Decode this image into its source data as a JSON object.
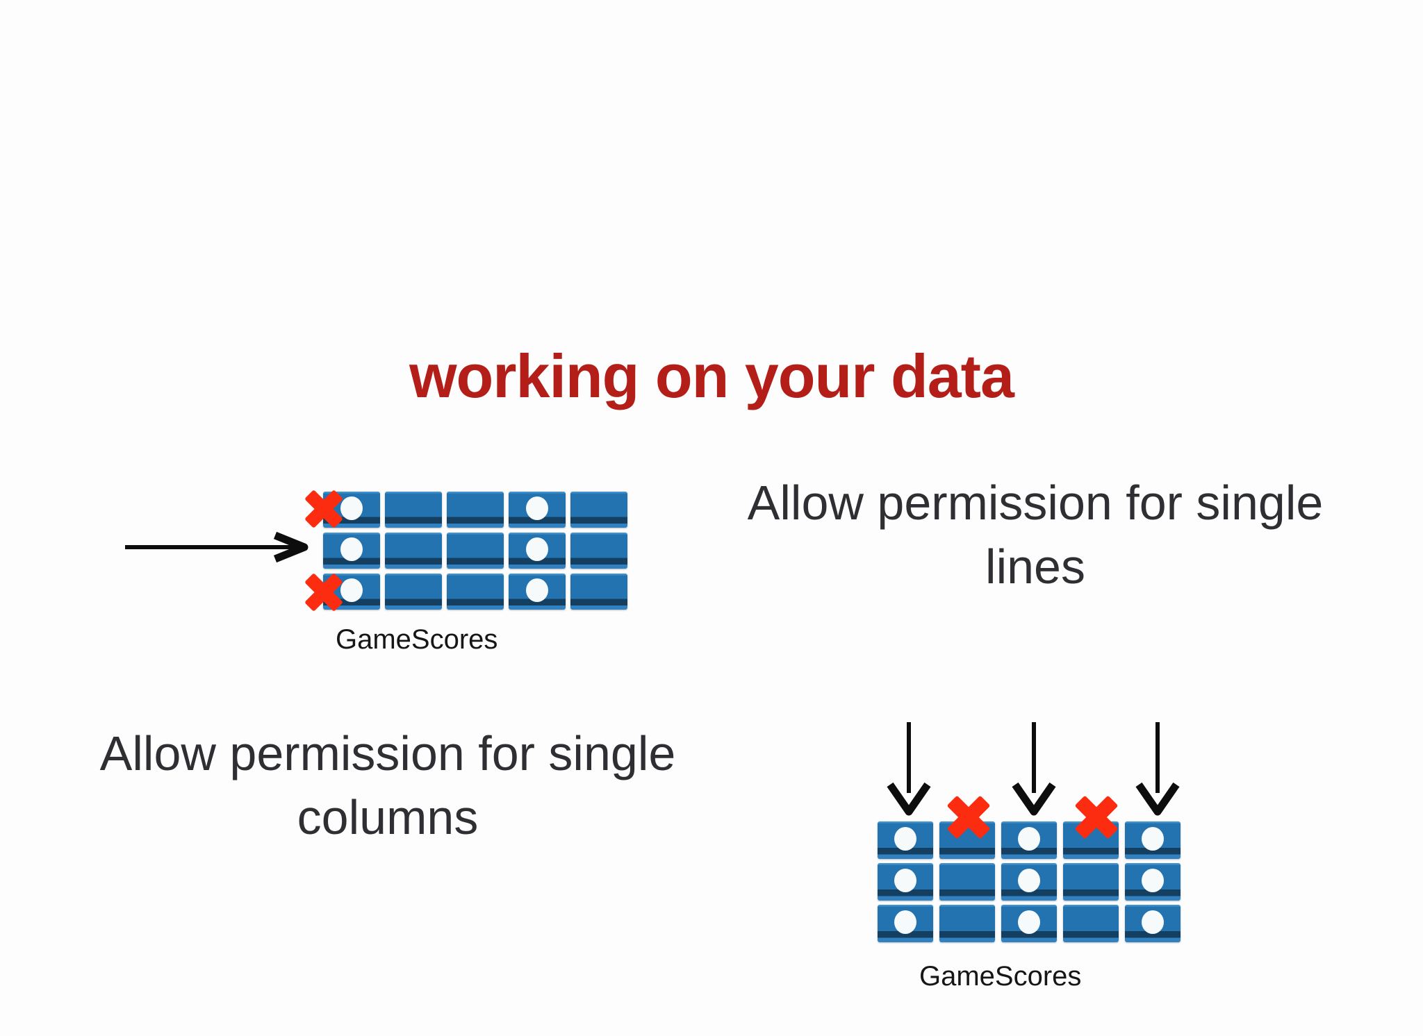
{
  "title": {
    "text": "working on your data"
  },
  "captions": {
    "lines": {
      "line1": "Allow permission for single",
      "line2": "lines"
    },
    "columns": {
      "line1": "Allow permission for single",
      "line2": "columns"
    }
  },
  "diagrams": {
    "rows_diagram": {
      "label": "GameScores",
      "grid": {
        "rows": 3,
        "cols": 5,
        "dot_columns": [
          0,
          3
        ]
      },
      "crossed_rows": [
        0,
        2
      ],
      "arrow_icon": "right-pointing-arrow-icon"
    },
    "cols_diagram": {
      "label": "GameScores",
      "grid": {
        "rows": 3,
        "cols": 5,
        "dot_columns": [
          0,
          2,
          4
        ]
      },
      "crossed_columns": [
        1,
        3
      ],
      "arrow_columns": [
        0,
        2,
        4
      ],
      "arrow_icon": "down-pointing-arrow-icon"
    }
  },
  "colors": {
    "bg": "#fdfdfd",
    "title_red": "#b41e19",
    "text_dark": "#2e2e33",
    "label_black": "#161616",
    "tile_blue": "#2373b1",
    "tile_dark": "#153f60",
    "tile_light_top": "#4190cb",
    "tile_light_bottom": "#3181c0",
    "dot_white": "#f7fafb",
    "cross_red": "#fb2c0f",
    "arrow_black": "#0d0d0d"
  }
}
